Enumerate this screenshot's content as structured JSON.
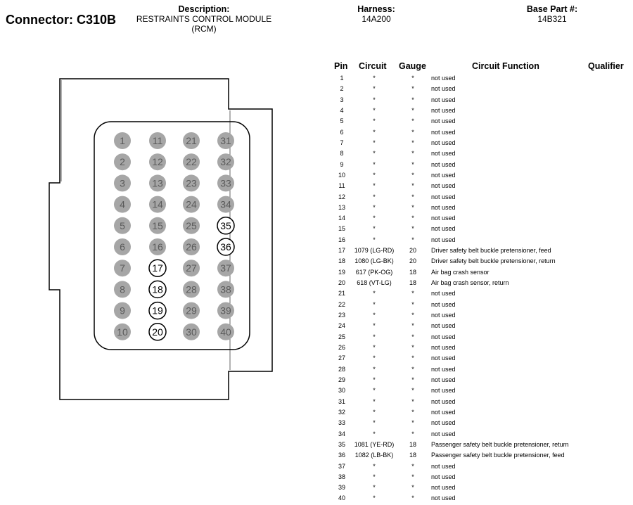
{
  "header": {
    "connector": "Connector: C310B",
    "description_label": "Description:",
    "description_line1": "RESTRAINTS CONTROL MODULE",
    "description_line2": "(RCM)",
    "harness_label": "Harness:",
    "harness_value": "14A200",
    "base_part_label": "Base Part #:",
    "base_part_value": "14B321"
  },
  "table": {
    "headers": {
      "pin": "Pin",
      "circuit": "Circuit",
      "gauge": "Gauge",
      "function": "Circuit Function",
      "qualifier": "Qualifier"
    },
    "rows": [
      {
        "pin": "1",
        "circuit": "*",
        "gauge": "*",
        "function": "not used",
        "qualifier": ""
      },
      {
        "pin": "2",
        "circuit": "*",
        "gauge": "*",
        "function": "not used",
        "qualifier": ""
      },
      {
        "pin": "3",
        "circuit": "*",
        "gauge": "*",
        "function": "not used",
        "qualifier": ""
      },
      {
        "pin": "4",
        "circuit": "*",
        "gauge": "*",
        "function": "not used",
        "qualifier": ""
      },
      {
        "pin": "5",
        "circuit": "*",
        "gauge": "*",
        "function": "not used",
        "qualifier": ""
      },
      {
        "pin": "6",
        "circuit": "*",
        "gauge": "*",
        "function": "not used",
        "qualifier": ""
      },
      {
        "pin": "7",
        "circuit": "*",
        "gauge": "*",
        "function": "not used",
        "qualifier": ""
      },
      {
        "pin": "8",
        "circuit": "*",
        "gauge": "*",
        "function": "not used",
        "qualifier": ""
      },
      {
        "pin": "9",
        "circuit": "*",
        "gauge": "*",
        "function": "not used",
        "qualifier": ""
      },
      {
        "pin": "10",
        "circuit": "*",
        "gauge": "*",
        "function": "not used",
        "qualifier": ""
      },
      {
        "pin": "11",
        "circuit": "*",
        "gauge": "*",
        "function": "not used",
        "qualifier": ""
      },
      {
        "pin": "12",
        "circuit": "*",
        "gauge": "*",
        "function": "not used",
        "qualifier": ""
      },
      {
        "pin": "13",
        "circuit": "*",
        "gauge": "*",
        "function": "not used",
        "qualifier": ""
      },
      {
        "pin": "14",
        "circuit": "*",
        "gauge": "*",
        "function": "not used",
        "qualifier": ""
      },
      {
        "pin": "15",
        "circuit": "*",
        "gauge": "*",
        "function": "not used",
        "qualifier": ""
      },
      {
        "pin": "16",
        "circuit": "*",
        "gauge": "*",
        "function": "not used",
        "qualifier": ""
      },
      {
        "pin": "17",
        "circuit": "1079 (LG-RD)",
        "gauge": "20",
        "function": "Driver safety belt buckle pretensioner, feed",
        "qualifier": ""
      },
      {
        "pin": "18",
        "circuit": "1080 (LG-BK)",
        "gauge": "20",
        "function": "Driver safety belt buckle pretensioner, return",
        "qualifier": ""
      },
      {
        "pin": "19",
        "circuit": "617 (PK-OG)",
        "gauge": "18",
        "function": "Air bag crash sensor",
        "qualifier": ""
      },
      {
        "pin": "20",
        "circuit": "618 (VT-LG)",
        "gauge": "18",
        "function": "Air bag crash sensor, return",
        "qualifier": ""
      },
      {
        "pin": "21",
        "circuit": "*",
        "gauge": "*",
        "function": "not used",
        "qualifier": ""
      },
      {
        "pin": "22",
        "circuit": "*",
        "gauge": "*",
        "function": "not used",
        "qualifier": ""
      },
      {
        "pin": "23",
        "circuit": "*",
        "gauge": "*",
        "function": "not used",
        "qualifier": ""
      },
      {
        "pin": "24",
        "circuit": "*",
        "gauge": "*",
        "function": "not used",
        "qualifier": ""
      },
      {
        "pin": "25",
        "circuit": "*",
        "gauge": "*",
        "function": "not used",
        "qualifier": ""
      },
      {
        "pin": "26",
        "circuit": "*",
        "gauge": "*",
        "function": "not used",
        "qualifier": ""
      },
      {
        "pin": "27",
        "circuit": "*",
        "gauge": "*",
        "function": "not used",
        "qualifier": ""
      },
      {
        "pin": "28",
        "circuit": "*",
        "gauge": "*",
        "function": "not used",
        "qualifier": ""
      },
      {
        "pin": "29",
        "circuit": "*",
        "gauge": "*",
        "function": "not used",
        "qualifier": ""
      },
      {
        "pin": "30",
        "circuit": "*",
        "gauge": "*",
        "function": "not used",
        "qualifier": ""
      },
      {
        "pin": "31",
        "circuit": "*",
        "gauge": "*",
        "function": "not used",
        "qualifier": ""
      },
      {
        "pin": "32",
        "circuit": "*",
        "gauge": "*",
        "function": "not used",
        "qualifier": ""
      },
      {
        "pin": "33",
        "circuit": "*",
        "gauge": "*",
        "function": "not used",
        "qualifier": ""
      },
      {
        "pin": "34",
        "circuit": "*",
        "gauge": "*",
        "function": "not used",
        "qualifier": ""
      },
      {
        "pin": "35",
        "circuit": "1081 (YE-RD)",
        "gauge": "18",
        "function": "Passenger safety belt buckle pretensioner, return",
        "qualifier": ""
      },
      {
        "pin": "36",
        "circuit": "1082 (LB-BK)",
        "gauge": "18",
        "function": "Passenger safety belt buckle pretensioner, feed",
        "qualifier": ""
      },
      {
        "pin": "37",
        "circuit": "*",
        "gauge": "*",
        "function": "not used",
        "qualifier": ""
      },
      {
        "pin": "38",
        "circuit": "*",
        "gauge": "*",
        "function": "not used",
        "qualifier": ""
      },
      {
        "pin": "39",
        "circuit": "*",
        "gauge": "*",
        "function": "not used",
        "qualifier": ""
      },
      {
        "pin": "40",
        "circuit": "*",
        "gauge": "*",
        "function": "not used",
        "qualifier": ""
      }
    ]
  },
  "connector_pins": {
    "columns": [
      [
        "1",
        "2",
        "3",
        "4",
        "5",
        "6",
        "7",
        "8",
        "9",
        "10"
      ],
      [
        "11",
        "12",
        "13",
        "14",
        "15",
        "16",
        "17",
        "18",
        "19",
        "20"
      ],
      [
        "21",
        "22",
        "23",
        "24",
        "25",
        "26",
        "27",
        "28",
        "29",
        "30"
      ],
      [
        "31",
        "32",
        "33",
        "34",
        "35",
        "36",
        "37",
        "38",
        "39",
        "40"
      ]
    ],
    "used_pins": [
      "17",
      "18",
      "19",
      "20",
      "35",
      "36"
    ],
    "colors": {
      "unused_fill": "#a6a6a6",
      "unused_text": "#5a5a5a",
      "used_fill": "#ffffff",
      "used_stroke": "#000000"
    }
  }
}
